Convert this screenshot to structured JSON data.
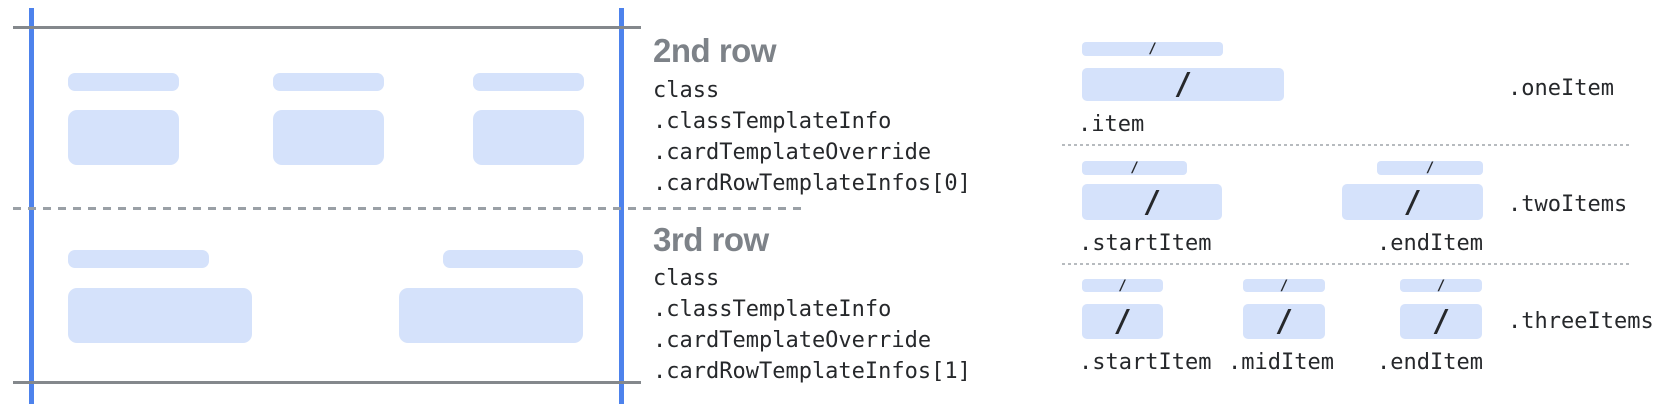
{
  "palette": {
    "guide_blue": "#4d82ec",
    "bar_fill": "#d5e2fb",
    "border_gray": "#84888c",
    "dash_gray": "#9aa0a6",
    "dot_gray": "#b7bbbf",
    "heading_gray": "#7d8288",
    "code_text": "#26282b"
  },
  "spec": {
    "rows": [
      {
        "heading": "2nd row",
        "code_lines": [
          "class",
          ".classTemplateInfo",
          ".cardTemplateOverride",
          ".cardRowTemplateInfos[0]"
        ]
      },
      {
        "heading": "3rd row",
        "code_lines": [
          "class",
          ".classTemplateInfo",
          ".cardTemplateOverride",
          ".cardRowTemplateInfos[1]"
        ]
      }
    ]
  },
  "diagram": {
    "slash": "/",
    "sections": [
      {
        "name": ".oneItem",
        "items": [
          {
            "label": ".item"
          }
        ]
      },
      {
        "name": ".twoItems",
        "items": [
          {
            "label": ".startItem"
          },
          {
            "label": ".endItem"
          }
        ]
      },
      {
        "name": ".threeItems",
        "items": [
          {
            "label": ".startItem"
          },
          {
            "label": ".midItem"
          },
          {
            "label": ".endItem"
          }
        ]
      }
    ]
  }
}
